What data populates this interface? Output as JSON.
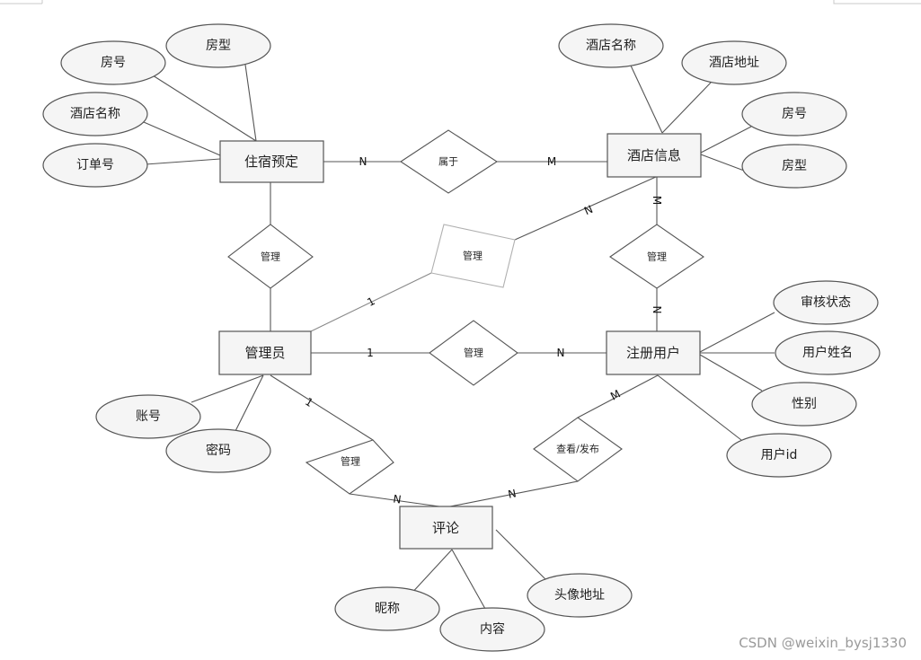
{
  "entities": {
    "booking": "住宿预定",
    "hotel": "酒店信息",
    "admin": "管理员",
    "user": "注册用户",
    "comment": "评论"
  },
  "attributes": {
    "booking_room_no": "房号",
    "booking_room_type": "房型",
    "booking_hotel_name": "酒店名称",
    "booking_order_no": "订单号",
    "hotel_name": "酒店名称",
    "hotel_address": "酒店地址",
    "hotel_room_no": "房号",
    "hotel_room_type": "房型",
    "user_review_status": "审核状态",
    "user_name": "用户姓名",
    "user_gender": "性别",
    "user_id": "用户id",
    "admin_account": "账号",
    "admin_password": "密码",
    "comment_nickname": "昵称",
    "comment_content": "内容",
    "comment_avatar": "头像地址"
  },
  "relations": {
    "belongs": "属于",
    "manage_booking": "管理",
    "manage_hotel_admin": "管理",
    "manage_hotel_user": "管理",
    "manage_user": "管理",
    "manage_comment": "管理",
    "view_publish": "查看/发布"
  },
  "cardinalities": {
    "belongs_booking": "N",
    "belongs_hotel": "M",
    "admin_hotel_admin": "1",
    "admin_hotel_hotel": "N",
    "hotel_user_hotel": "M",
    "hotel_user_user": "N",
    "admin_user_admin": "1",
    "admin_user_user": "N",
    "admin_comment_admin": "1",
    "admin_comment_comment": "N",
    "user_comment_user": "M",
    "user_comment_comment": "N"
  },
  "watermark": "CSDN @weixin_bysj1330"
}
